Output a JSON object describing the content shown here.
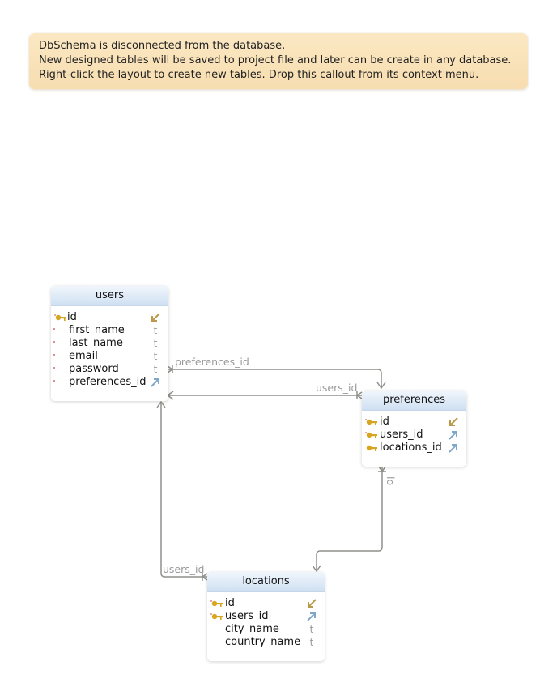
{
  "callout": {
    "lines": [
      "DbSchema is disconnected from the database.",
      "New designed tables will be saved to project file and later can be create in any database.",
      "Right-click the layout to create new tables. Drop this callout from its context menu."
    ]
  },
  "tables": {
    "users": {
      "title": "users",
      "columns": [
        {
          "name": "id",
          "type_icon": "primary-key-icon"
        },
        {
          "name": "first_name",
          "type": "t"
        },
        {
          "name": "last_name",
          "type": "t"
        },
        {
          "name": "email",
          "type": "t"
        },
        {
          "name": "password",
          "type": "t"
        },
        {
          "name": "preferences_id",
          "type_icon": "foreign-key-icon"
        }
      ]
    },
    "preferences": {
      "title": "preferences",
      "columns": [
        {
          "name": "id",
          "type_icon": "primary-key-icon"
        },
        {
          "name": "users_id",
          "type_icon": "foreign-key-icon"
        },
        {
          "name": "locations_id",
          "type_icon": "foreign-key-icon"
        }
      ]
    },
    "locations": {
      "title": "locations",
      "columns": [
        {
          "name": "id",
          "type_icon": "primary-key-icon"
        },
        {
          "name": "users_id",
          "type_icon": "foreign-key-icon"
        },
        {
          "name": "city_name",
          "type": "t"
        },
        {
          "name": "country_name",
          "type": "t"
        }
      ]
    }
  },
  "relations": {
    "users_to_preferences": "preferences_id",
    "preferences_to_users": "users_id",
    "preferences_to_locations": "lo",
    "locations_to_users": "users_id"
  },
  "colors": {
    "line": "#8f8f8a",
    "label": "#9a9a9a",
    "key": "#d8a520",
    "pk_arrow": "#b89a4a",
    "fk_arrow": "#7ea7c9"
  }
}
